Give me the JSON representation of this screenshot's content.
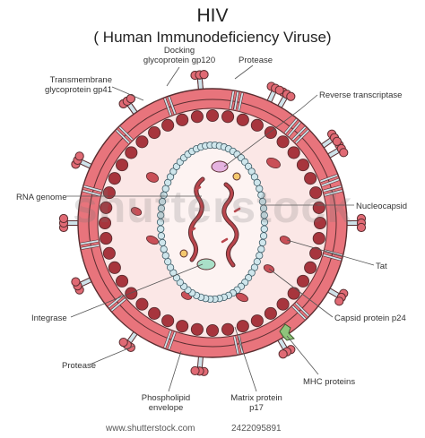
{
  "title": "HIV",
  "subtitle": "( Human Immunodeficiency Viruse)",
  "labels": {
    "docking": "Docking glycoprotein gp120",
    "docking_l1": "Docking",
    "docking_l2": "glycoprotein gp120",
    "protease_top": "Protease",
    "transmembrane_l1": "Transmembrane",
    "transmembrane_l2": "glycoprotein gp41",
    "reverse_transcriptase": "Reverse transcriptase",
    "rna_genome": "RNA genome",
    "nucleocapsid": "Nucleocapsid",
    "tat": "Tat",
    "integrase": "Integrase",
    "capsid": "Capsid protein p24",
    "protease_bottom": "Protease",
    "mhc": "MHC proteins",
    "phospholipid_l1": "Phospholipid",
    "phospholipid_l2": "envelope",
    "matrix_l1": "Matrix protein",
    "matrix_l2": "p17"
  },
  "watermark": "shutterstock",
  "footer": {
    "site": "www.shutterstock.com",
    "id": "2422095891"
  },
  "colors": {
    "envelope": "#e8747c",
    "envelope_stroke": "#5a2d30",
    "interior": "#fbe7e6",
    "matrix_bead": "#a7353d",
    "capsid_bead": "#cfe6ec",
    "rna": "#b9454c",
    "spike": "#e06a74",
    "stalk": "#cfe3ea"
  }
}
